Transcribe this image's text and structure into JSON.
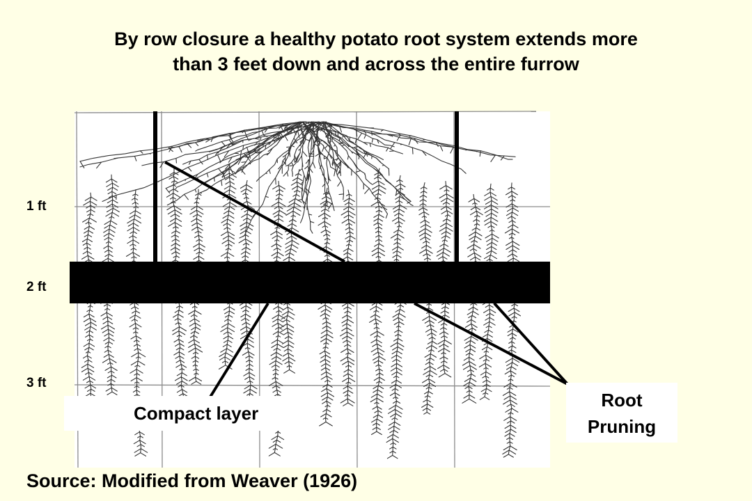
{
  "title": {
    "line1": "By row closure a healthy potato root system extends more",
    "line2": "than 3 feet down and across the entire furrow"
  },
  "depth_labels": [
    "1 ft",
    "2 ft",
    "3 ft"
  ],
  "callouts": {
    "compact_layer": "Compact layer",
    "root_pruning_line1": "Root",
    "root_pruning_line2": "Pruning"
  },
  "source": "Source:  Modified from Weaver (1926)",
  "colors": {
    "background": "#FFFFE6",
    "compact_layer_bar": "#000000",
    "callout_box": "#FFFFFF"
  }
}
